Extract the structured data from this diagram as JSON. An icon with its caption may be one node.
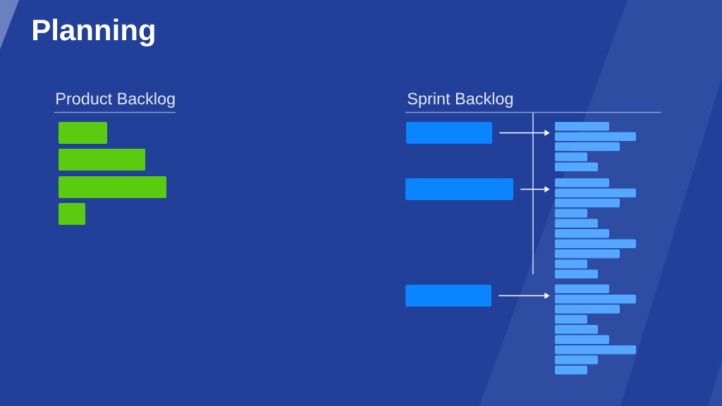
{
  "diagram": {
    "title": "Planning",
    "nodes": [
      {
        "text": [],
        "shape": "bar"
      },
      {
        "text": [],
        "shape": "bar"
      },
      {
        "text": [],
        "shape": "bar"
      },
      {
        "text": [],
        "shape": "bar"
      },
      {
        "text": [],
        "shape": "box"
      },
      {
        "text": [],
        "shape": "bar"
      },
      {
        "text": [],
        "shape": "bar"
      },
      {
        "text": [],
        "shape": "bar"
      },
      {
        "text": [],
        "shape": "bar"
      },
      {
        "text": [],
        "shape": "bar"
      },
      {
        "text": [],
        "shape": "box"
      },
      {
        "text": [],
        "shape": "bar"
      },
      {
        "text": [],
        "shape": "bar"
      },
      {
        "text": [],
        "shape": "bar"
      },
      {
        "text": [],
        "shape": "bar"
      },
      {
        "text": [],
        "shape": "bar"
      },
      {
        "text": [],
        "shape": "bar"
      },
      {
        "text": [],
        "shape": "bar"
      },
      {
        "text": [],
        "shape": "bar"
      },
      {
        "text": [],
        "shape": "bar"
      },
      {
        "text": [],
        "shape": "bar"
      },
      {
        "text": [],
        "shape": "box"
      },
      {
        "text": [],
        "shape": "bar"
      },
      {
        "text": [],
        "shape": "bar"
      },
      {
        "text": [],
        "shape": "bar"
      },
      {
        "text": [],
        "shape": "bar"
      },
      {
        "text": [],
        "shape": "bar"
      },
      {
        "text": [],
        "shape": "bar"
      },
      {
        "text": [],
        "shape": "bar"
      },
      {
        "text": [],
        "shape": "bar"
      },
      {
        "text": [],
        "shape": "bar"
      }
    ],
    "edges": [
      {
        "from": 4,
        "to": 5,
        "arrow": "to"
      },
      {
        "from": 10,
        "to": 11,
        "arrow": "to"
      },
      {
        "from": 21,
        "to": 22,
        "arrow": "to"
      }
    ],
    "labels": [
      "Product Backlog",
      "Sprint Backlog"
    ]
  }
}
